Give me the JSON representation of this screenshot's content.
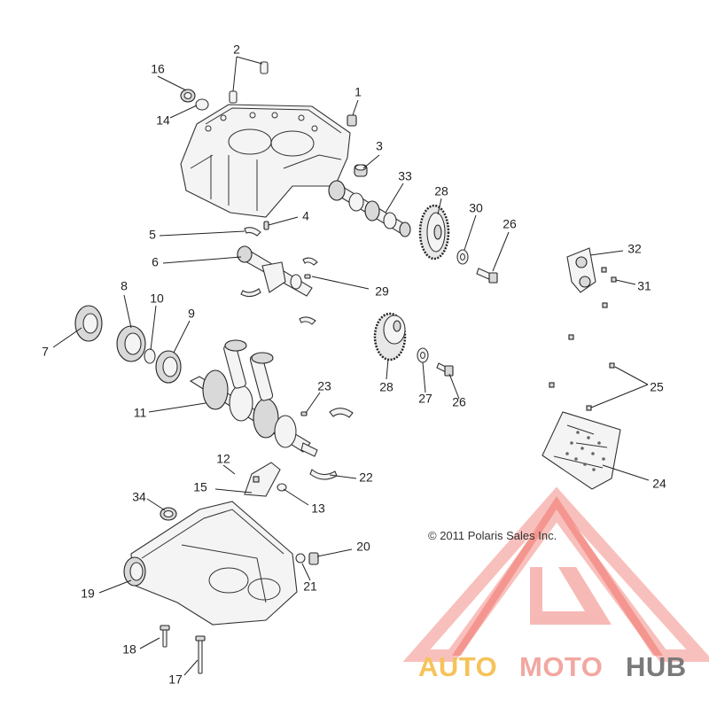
{
  "copyright": "© 2011 Polaris Sales Inc.",
  "watermark": {
    "words": [
      "AUTO",
      "MOTO",
      "HUB"
    ],
    "colors": {
      "auto": "#f5c35a",
      "moto": "#f2a7a1",
      "hub": "#7a7a7a",
      "triangle": "#ee5c52"
    }
  },
  "callouts": [
    "1",
    "2",
    "3",
    "4",
    "5",
    "6",
    "7",
    "8",
    "9",
    "10",
    "11",
    "12",
    "13",
    "14",
    "15",
    "16",
    "17",
    "18",
    "19",
    "20",
    "21",
    "22",
    "23",
    "24",
    "25",
    "26",
    "26",
    "27",
    "28",
    "28",
    "29",
    "30",
    "31",
    "32",
    "33",
    "34"
  ]
}
